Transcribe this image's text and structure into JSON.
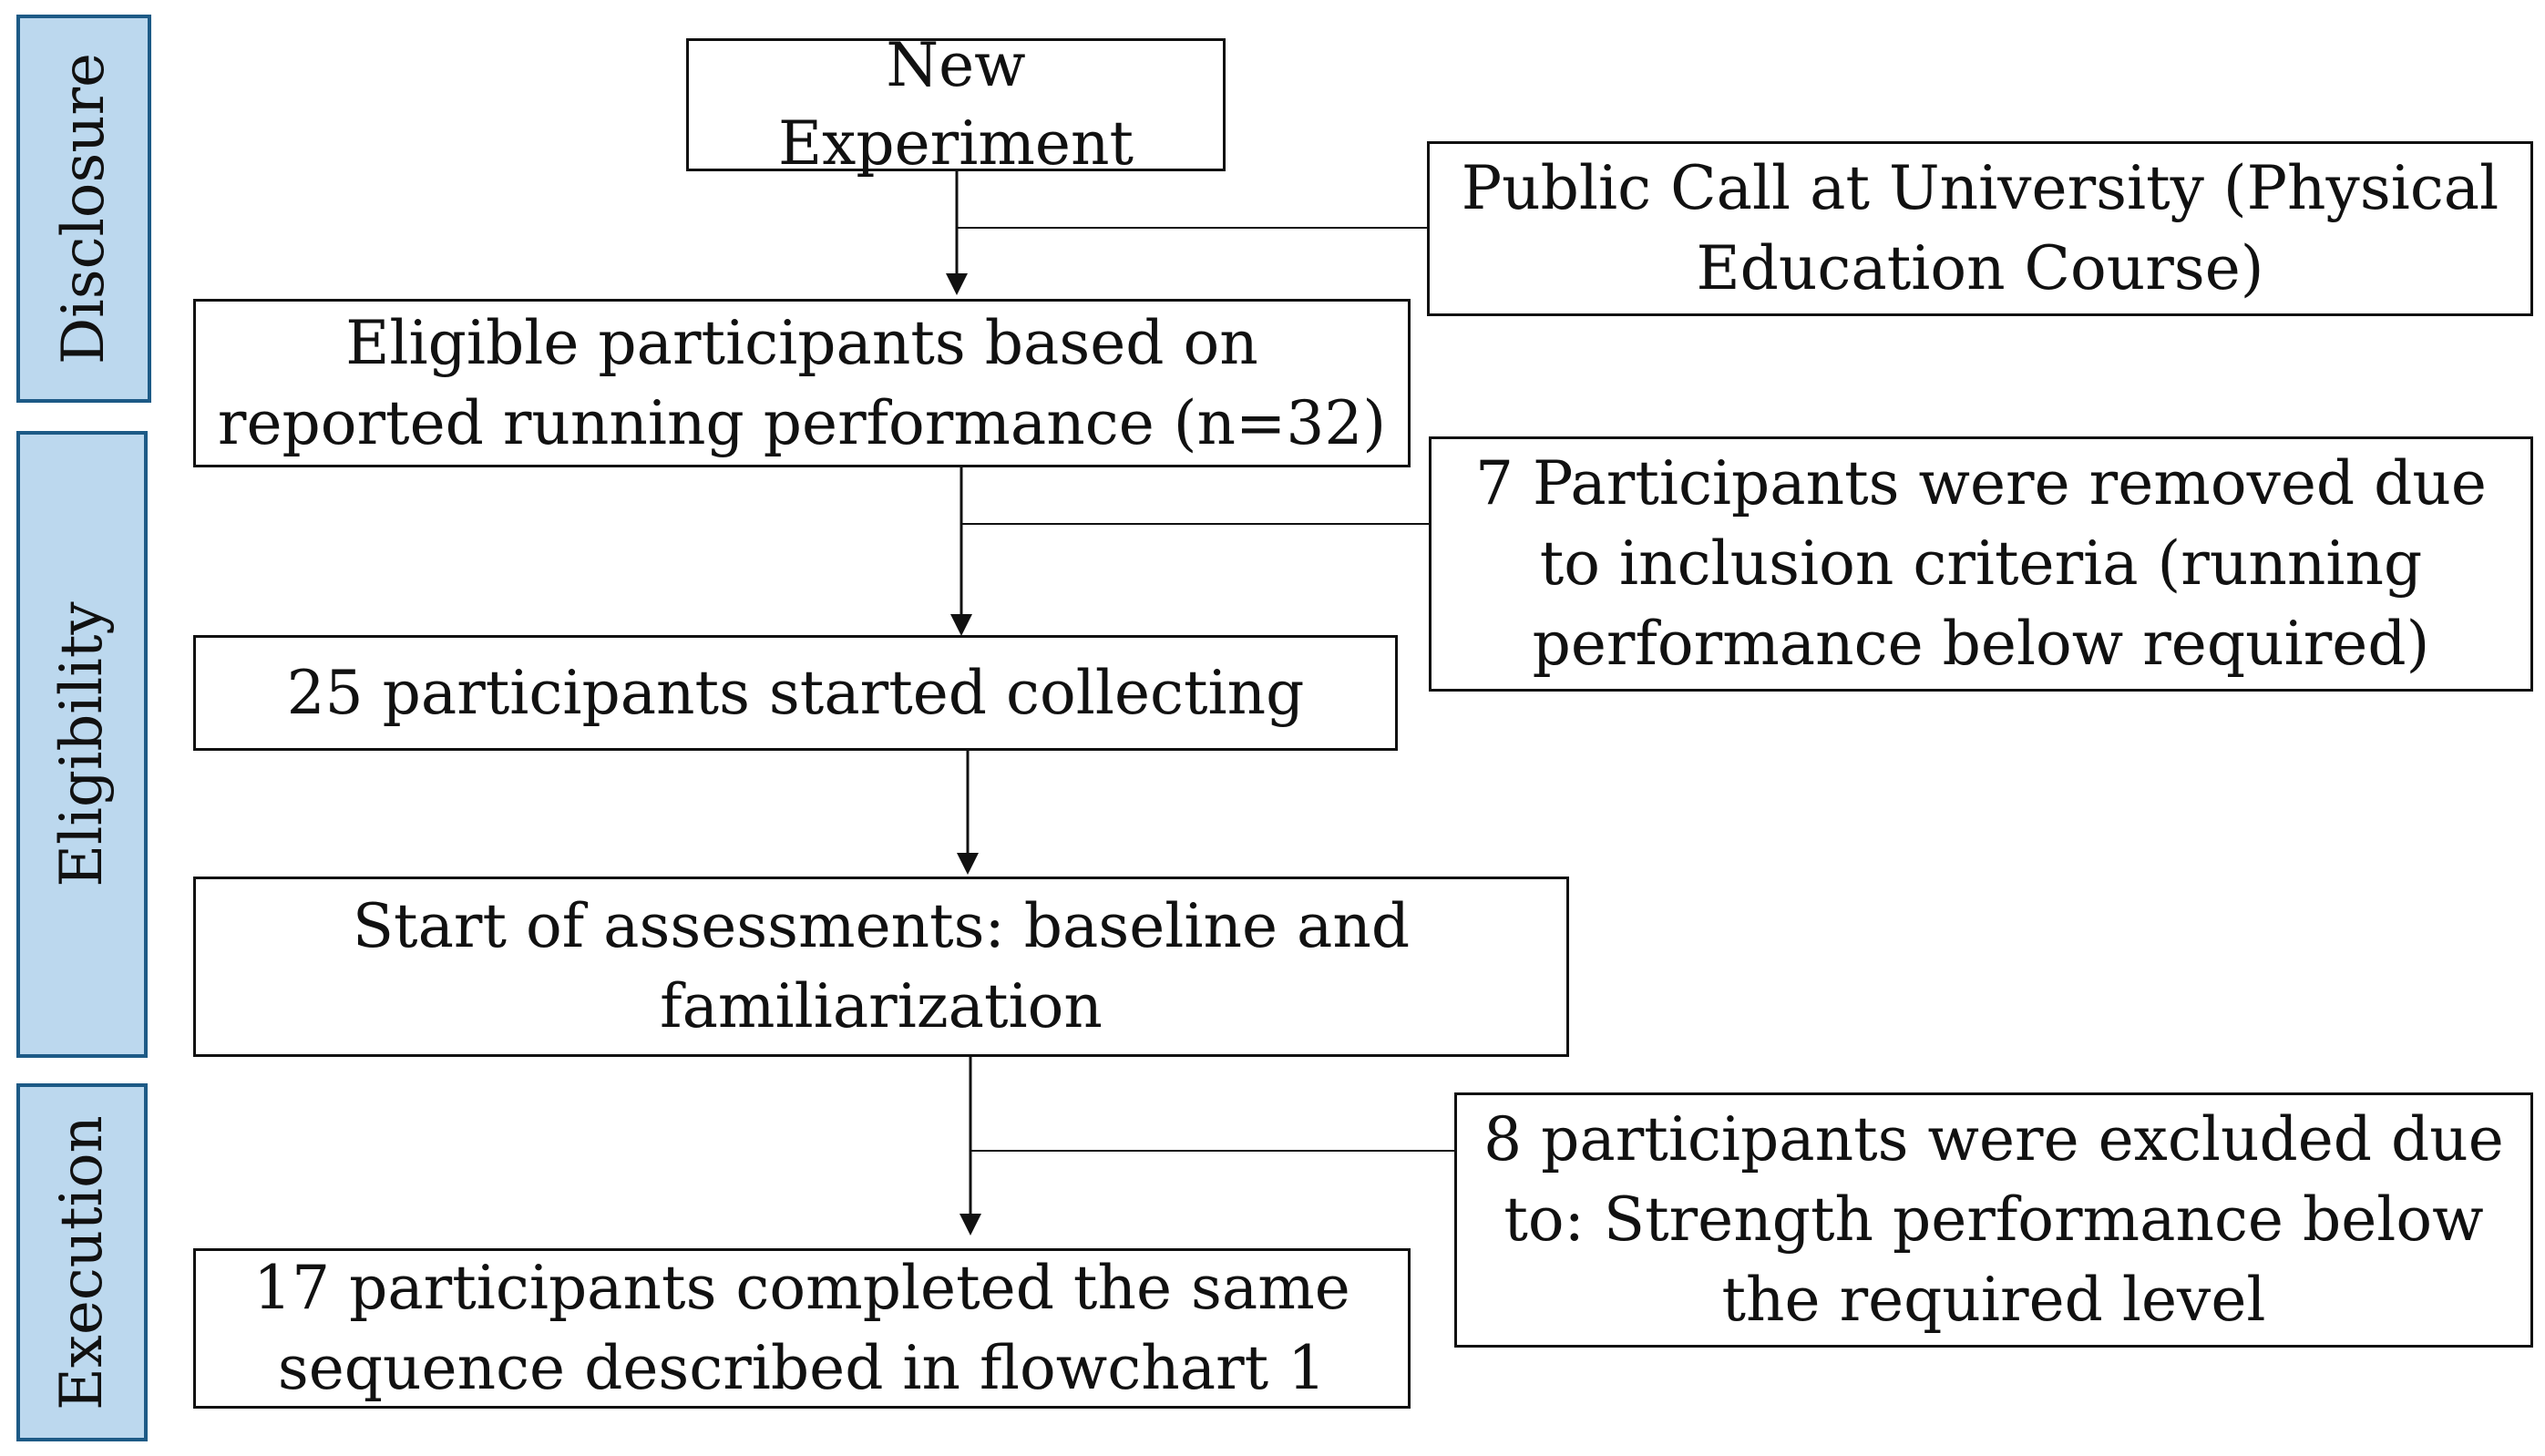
{
  "phases": {
    "disclosure": "Disclosure",
    "eligibility": "Eligibility",
    "execution": "Execution"
  },
  "boxes": {
    "new_experiment": "New\nExperiment",
    "public_call": "Public Call at University (Physical\nEducation Course)",
    "eligible": "Eligible participants based on\nreported running performance (n=32)",
    "removed": "7 Participants were removed due\nto inclusion criteria (running\nperformance below required)",
    "started": "25 participants started collecting",
    "assessments": "Start of assessments: baseline and\nfamiliarization",
    "excluded": "8 participants were excluded due\nto: Strength performance below\nthe required level",
    "completed": "17 participants completed the same\nsequence described in flowchart 1"
  },
  "colors": {
    "phase_fill": "#bcd8ee",
    "phase_border": "#1d5a86",
    "line": "#111111"
  }
}
